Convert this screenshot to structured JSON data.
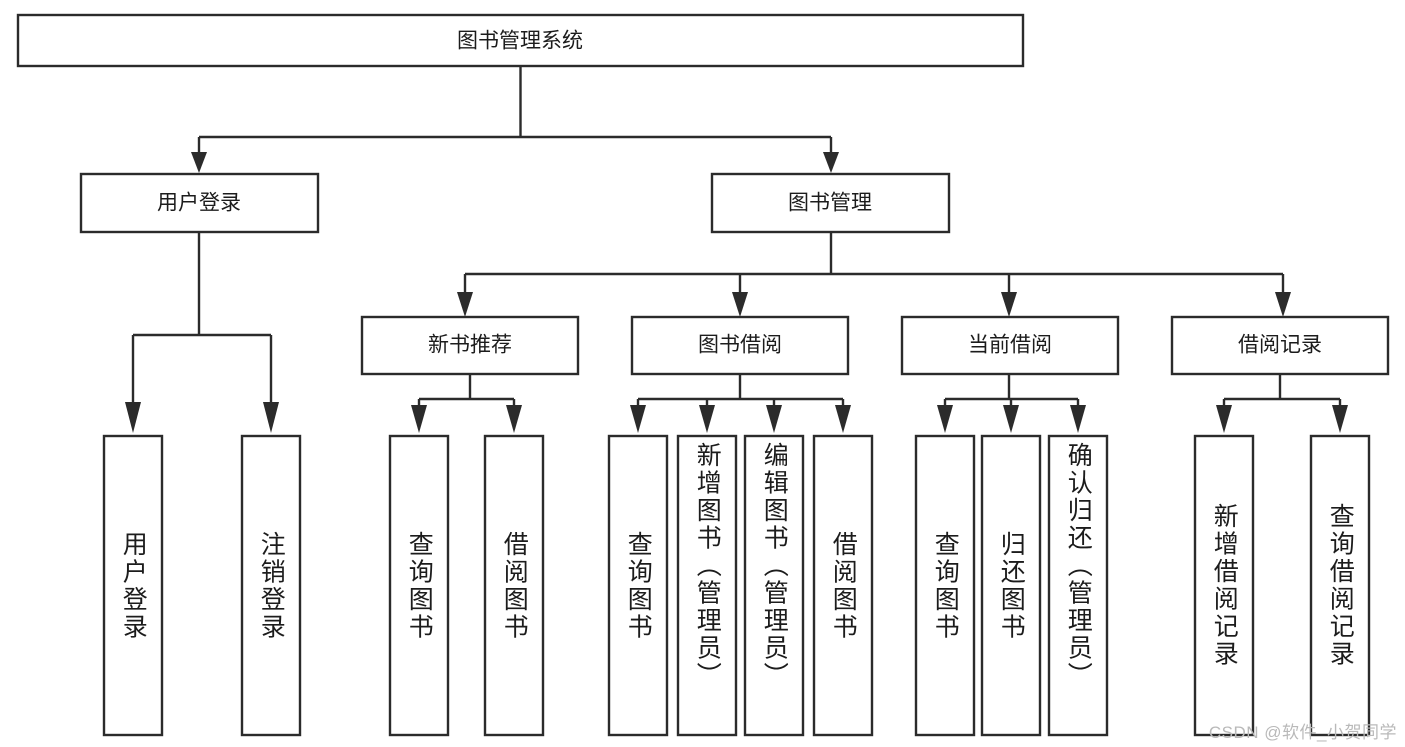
{
  "diagram": {
    "title": "图书管理系统",
    "type": "tree",
    "watermark": "CSDN @软件_小贺同学",
    "colors": {
      "box_stroke": "#2b2b2b",
      "box_fill": "#ffffff",
      "text": "#1c1c1c",
      "watermark": "#b9b9b9",
      "background": "#ffffff"
    },
    "root": {
      "label": "图书管理系统"
    },
    "level2": [
      {
        "label": "用户登录"
      },
      {
        "label": "图书管理"
      }
    ],
    "level3": [
      {
        "label": "新书推荐"
      },
      {
        "label": "图书借阅"
      },
      {
        "label": "当前借阅"
      },
      {
        "label": "借阅记录"
      }
    ],
    "leaves": {
      "user_login": [
        {
          "label": "用户登录"
        },
        {
          "label": "注销登录"
        }
      ],
      "new_book_recommend": [
        {
          "label": "查询图书"
        },
        {
          "label": "借阅图书"
        }
      ],
      "book_borrow": [
        {
          "label": "查询图书"
        },
        {
          "label": "新增图书（管理员）"
        },
        {
          "label": "编辑图书（管理员）"
        },
        {
          "label": "借阅图书"
        }
      ],
      "current_borrow": [
        {
          "label": "查询图书"
        },
        {
          "label": "归还图书"
        },
        {
          "label": "确认归还（管理员）"
        }
      ],
      "borrow_record": [
        {
          "label": "新增借阅记录"
        },
        {
          "label": "查询借阅记录"
        }
      ]
    }
  }
}
